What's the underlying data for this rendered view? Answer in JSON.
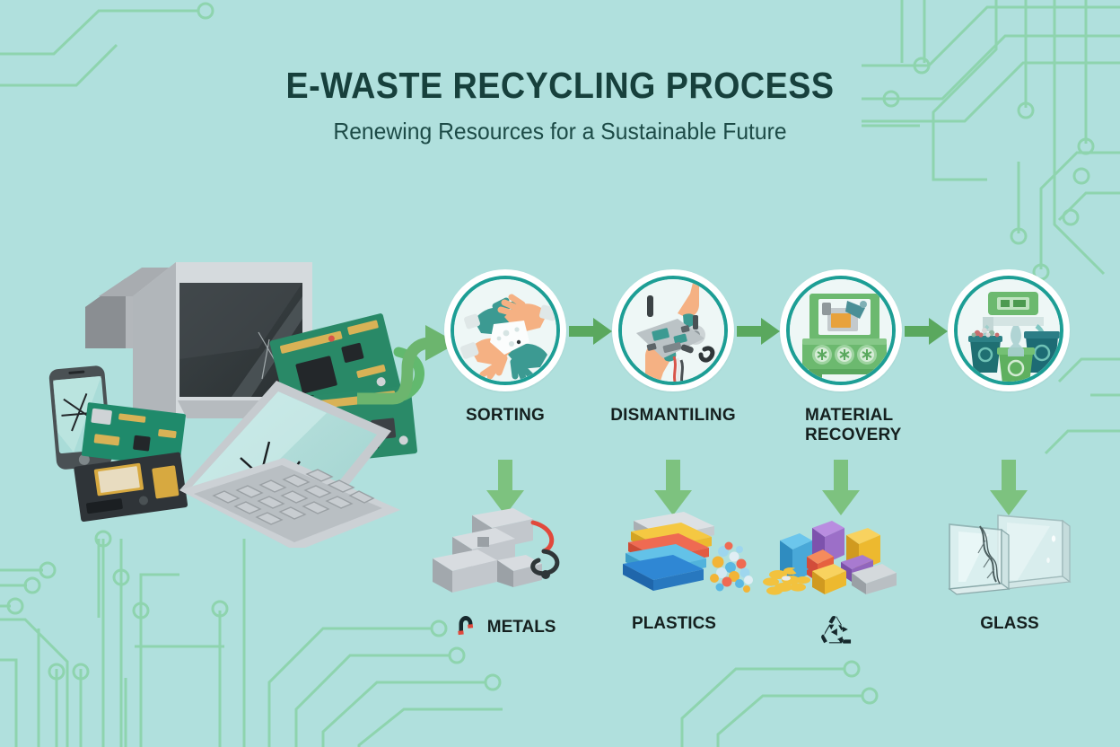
{
  "page": {
    "background_color": "#b0e0dd",
    "circuit_trace_color": "#8ed4ae",
    "accent_teal": "#1d9e95",
    "arrow_green": "#5aa85e",
    "arrow_green_light": "#7dc27f",
    "text_dark": "#15201f"
  },
  "header": {
    "title": "E-WASTE RECYCLING PROCESS",
    "subtitle": "Renewing Resources for a Sustainable Future"
  },
  "source": {
    "name": "e-waste-pile",
    "items": [
      "crt-monitor",
      "broken-smartphone",
      "broken-laptop",
      "circuit-boards",
      "hard-drive"
    ]
  },
  "flow": {
    "intro_arrow": "curved-arrow",
    "steps": [
      {
        "label": "SORTING",
        "icon": "hands-sorting-icon",
        "two_line": false
      },
      {
        "label": "DISMANTILING",
        "icon": "hands-dismantling-icon",
        "two_line": false
      },
      {
        "label": "MATERIAL\nRECOVERY",
        "icon": "shredder-machine-icon",
        "two_line": true
      },
      {
        "label": "",
        "icon": "sorting-bins-icon",
        "two_line": false
      }
    ],
    "step_arrows": [
      "arrow-right",
      "arrow-right",
      "arrow-right"
    ],
    "down_arrows": [
      "arrow-down",
      "arrow-down",
      "arrow-down",
      "arrow-down"
    ]
  },
  "outputs": [
    {
      "label": "METALS",
      "icon": "magnet-icon",
      "art": "metal-ingots-icon"
    },
    {
      "label": "PLASTICS",
      "icon": "",
      "art": "plastic-sheets-icon"
    },
    {
      "label": "",
      "icon": "recycle-icon",
      "art": "mixed-components-icon"
    },
    {
      "label": "GLASS",
      "icon": "",
      "art": "glass-panels-icon"
    }
  ]
}
